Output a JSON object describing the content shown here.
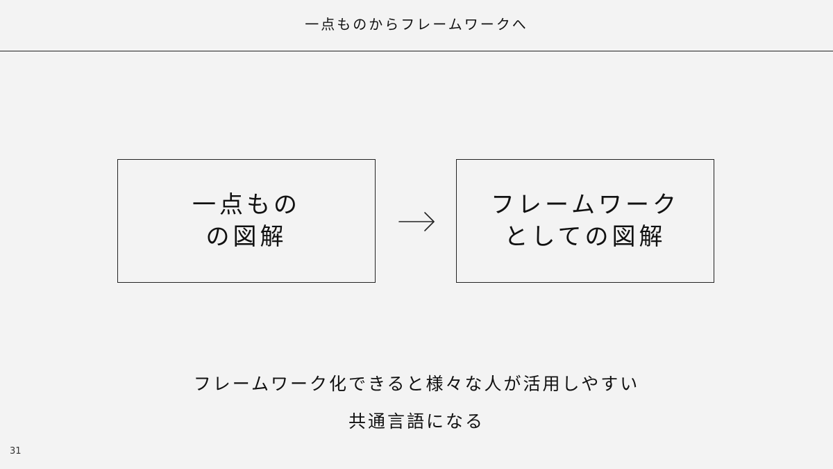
{
  "slide": {
    "title": "一点ものからフレームワークへ",
    "left_box": {
      "line1": "一点もの",
      "line2": "の図解"
    },
    "arrow_icon": "right-arrow-icon",
    "right_box": {
      "line1": "フレームワーク",
      "line2": "としての図解"
    },
    "caption": {
      "line1": "フレームワーク化できると様々な人が活用しやすい",
      "line2": "共通言語になる"
    },
    "page_number": "31"
  }
}
